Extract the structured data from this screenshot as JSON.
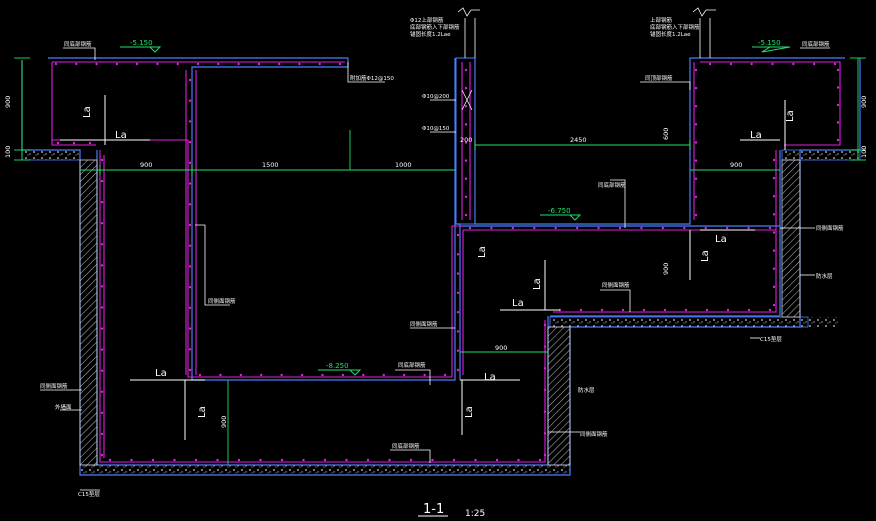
{
  "drawing": {
    "section_title": "1-1",
    "scale": "1:25",
    "levels": {
      "left_top": "-5.150",
      "right_top": "-5.150",
      "mid_step": "-6.750",
      "bottom": "-8.250"
    },
    "dimensions": {
      "left_h_900": "900",
      "left_h_100": "100",
      "right_h_900": "900",
      "right_h_100": "100",
      "d900_a": "900",
      "d1500": "1500",
      "d1000": "1000",
      "d2450": "2450",
      "d900_b": "900",
      "d900_c": "900",
      "d900_v1": "900",
      "d900_v2": "900",
      "d600": "600",
      "d200": "200"
    },
    "anchorage_label": "La",
    "notes": {
      "rebar_1": "附加筋Φ12@150",
      "rebar_2": "Φ10@200",
      "rebar_3": "Φ10@150",
      "top_note_left": "Φ12上部钢筋\n底部钢筋入下部钢筋\n锚固长度1.2Lae",
      "top_note_right": "上部钢筋\n底部钢筋入下部钢筋\n锚固长度1.2Lae",
      "wall_rebar": "同底部钢筋",
      "bottom_rebar": "同底部钢筋",
      "side_rebar": "同侧面钢筋",
      "slab_rebar": "同顶部钢筋",
      "waterproof": "防水层",
      "cushion": "C15垫层",
      "wall_label": "外墙面"
    },
    "colors": {
      "concrete": "#4a7cff",
      "rebar": "#e01fe0",
      "dimension": "#22e06a",
      "annotation": "#ffffff",
      "hatch": "#c8c8c8",
      "leader": "#ffffff"
    }
  }
}
